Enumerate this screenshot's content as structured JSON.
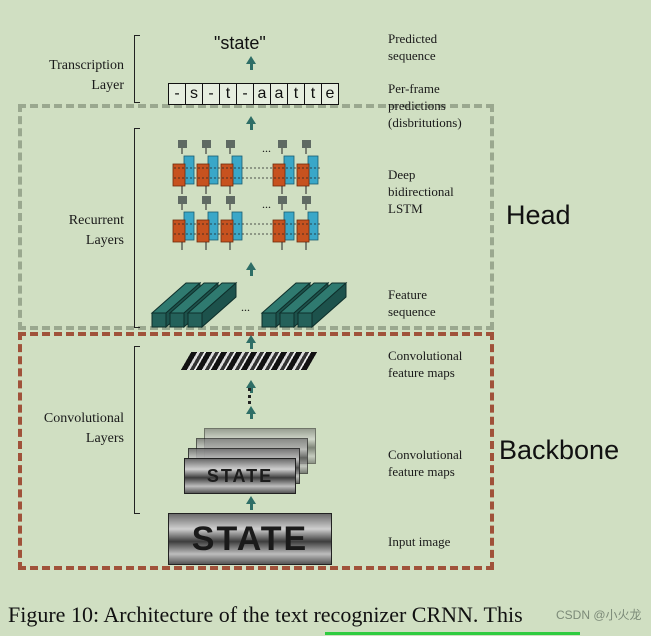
{
  "left_labels": {
    "transcription": [
      "Transcription",
      "Layer"
    ],
    "recurrent": [
      "Recurrent",
      "Layers"
    ],
    "convolutional": [
      "Convolutional",
      "Layers"
    ]
  },
  "right_labels": {
    "predicted": [
      "Predicted",
      "sequence"
    ],
    "per_frame": [
      "Per-frame",
      "predictions",
      "(disbritutions)"
    ],
    "lstm": [
      "Deep",
      "bidirectional",
      "LSTM"
    ],
    "feature_seq": [
      "Feature",
      "sequence"
    ],
    "conv_maps_top": [
      "Convolutional",
      "feature maps"
    ],
    "conv_maps_bottom": [
      "Convolutional",
      "feature maps"
    ],
    "input": "Input image"
  },
  "predicted_text": "\"state\"",
  "frames": [
    "-",
    "s",
    "-",
    "t",
    "-",
    "a",
    "a",
    "t",
    "t",
    "e"
  ],
  "dots": "...",
  "head_label": "Head",
  "backbone_label": "Backbone",
  "image_word": "STATE",
  "caption": "Figure 10: Architecture of the text recognizer CRNN. This",
  "watermark": "CSDN @小火龙",
  "colors": {
    "head_frame": "#9aa88f",
    "backbone_frame": "#a0523a",
    "lstm_cell": "#c7521f",
    "lstm_state": "#3aa7c8",
    "output_node": "#5f6a63",
    "feature_block": "#24615a",
    "arrow": "#2e6e66"
  }
}
